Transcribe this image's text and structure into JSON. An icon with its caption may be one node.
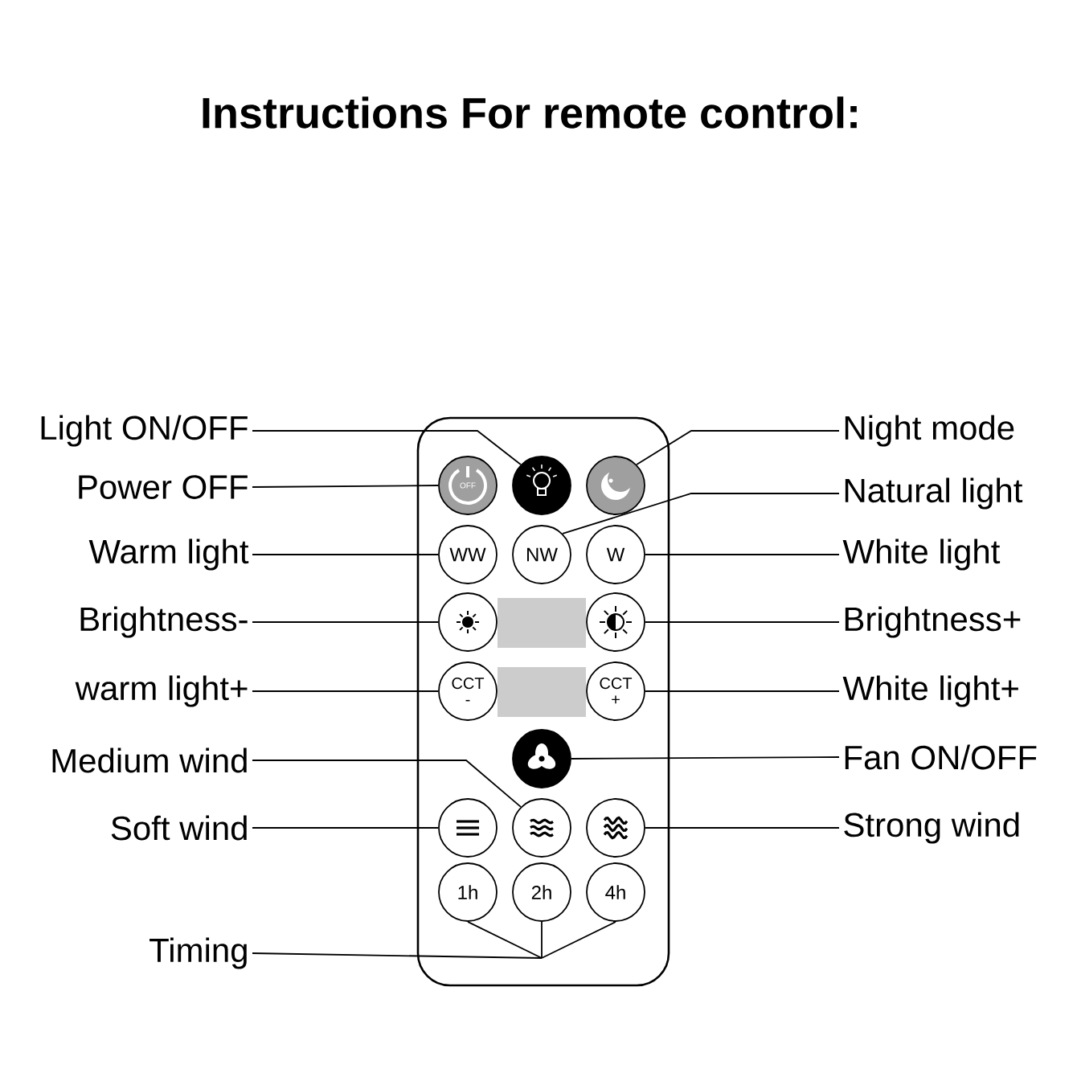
{
  "diagram": {
    "title": "Instructions For remote control:",
    "nodes": [
      {
        "text": [
          "Light ON/OFF"
        ]
      },
      {
        "text": [
          "Power OFF"
        ]
      },
      {
        "text": [
          "Warm light"
        ]
      },
      {
        "text": [
          "Brightness-"
        ]
      },
      {
        "text": [
          "warm light+"
        ]
      },
      {
        "text": [
          "Medium wind"
        ]
      },
      {
        "text": [
          "Soft wind"
        ]
      },
      {
        "text": [
          "Timing"
        ]
      },
      {
        "text": [
          "Night mode"
        ]
      },
      {
        "text": [
          "Natural light"
        ]
      },
      {
        "text": [
          "White light"
        ]
      },
      {
        "text": [
          "Brightness+"
        ]
      },
      {
        "text": [
          "White light+"
        ]
      },
      {
        "text": [
          "Fan ON/OFF"
        ]
      },
      {
        "text": [
          "Strong wind"
        ]
      },
      {
        "text": [],
        "shape": "box"
      },
      {
        "text": [
          "OFF"
        ],
        "in": 15
      },
      {
        "text": [],
        "shape": "circle",
        "in": 15
      },
      {
        "text": [],
        "shape": "circle",
        "in": 15
      },
      {
        "text": [
          "WW"
        ],
        "in": 15
      },
      {
        "text": [
          "NW"
        ],
        "in": 15
      },
      {
        "text": [
          "W"
        ],
        "in": 15
      },
      {
        "text": [],
        "shape": "circle",
        "in": 15
      },
      {
        "text": [],
        "shape": "circle",
        "in": 15
      },
      {
        "text": [
          "CCT",
          "-"
        ],
        "in": 15
      },
      {
        "text": [
          "CCT",
          "+"
        ],
        "in": 15
      },
      {
        "text": [],
        "shape": "circle",
        "in": 15
      },
      {
        "text": [],
        "shape": "circle",
        "in": 15
      },
      {
        "text": [],
        "shape": "circle",
        "in": 15
      },
      {
        "text": [],
        "shape": "circle",
        "in": 15
      },
      {
        "text": [
          "1h"
        ],
        "in": 15
      },
      {
        "text": [
          "2h"
        ],
        "in": 15
      },
      {
        "text": [
          "4h"
        ],
        "in": 15
      }
    ],
    "edges": [
      {
        "from": 0,
        "to": 17,
        "arrow": "none"
      },
      {
        "from": 1,
        "to": 16,
        "arrow": "none"
      },
      {
        "from": 2,
        "to": 19,
        "arrow": "none"
      },
      {
        "from": 3,
        "to": 22,
        "arrow": "none"
      },
      {
        "from": 4,
        "to": 24,
        "arrow": "none"
      },
      {
        "from": 5,
        "to": 28,
        "arrow": "none"
      },
      {
        "from": 6,
        "to": 27,
        "arrow": "none"
      },
      {
        "from": 7,
        "to": 30,
        "arrow": "none"
      },
      {
        "from": 7,
        "to": 31,
        "arrow": "none"
      },
      {
        "from": 7,
        "to": 32,
        "arrow": "none"
      },
      {
        "from": 8,
        "to": 18,
        "arrow": "none"
      },
      {
        "from": 9,
        "to": 20,
        "arrow": "none"
      },
      {
        "from": 10,
        "to": 21,
        "arrow": "none"
      },
      {
        "from": 11,
        "to": 23,
        "arrow": "none"
      },
      {
        "from": 12,
        "to": 25,
        "arrow": "none"
      },
      {
        "from": 13,
        "to": 26,
        "arrow": "none"
      },
      {
        "from": 14,
        "to": 29,
        "arrow": "none"
      }
    ]
  }
}
